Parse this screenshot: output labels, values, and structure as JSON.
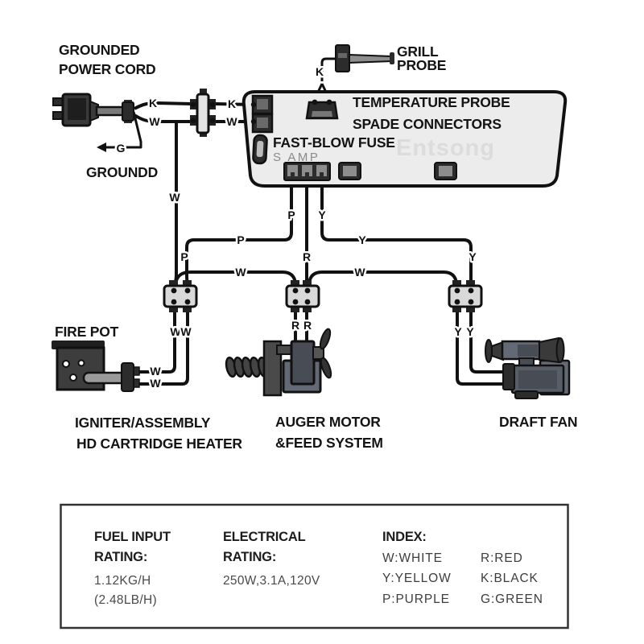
{
  "labels": {
    "power_cord_1": "GROUNDED",
    "power_cord_2": "POWER CORD",
    "ground": "GROUNDD",
    "grill_probe_1": "GRILL",
    "grill_probe_2": "PROBE",
    "fire_pot": "FIRE POT",
    "igniter_1": "IGNITER/ASSEMBLY",
    "igniter_2": "HD CARTRIDGE HEATER",
    "auger_1": "AUGER MOTOR",
    "auger_2": "&FEED SYSTEM",
    "draft_fan": "DRAFT FAN"
  },
  "controller": {
    "probe_text_1": "TEMPERATURE PROBE",
    "probe_text_2": "SPADE CONNECTORS",
    "fuse_label": "FAST-BLOW FUSE",
    "fuse_rating": "S AMP",
    "watermark": "Entsong"
  },
  "wire_labels": {
    "k_plug": "K",
    "w_plug": "W",
    "k_board": "K",
    "w_board": "W",
    "k_probe": "K",
    "g": "G",
    "w_drop": "W",
    "p_vertical": "P",
    "y_vertical": "Y",
    "p_horizontal": "P",
    "y_horizontal": "Y",
    "p_down": "P",
    "r_down": "R",
    "y_down": "Y",
    "w_bus_left": "W",
    "w_bus_right": "W",
    "ww_1": "W",
    "ww_2": "W",
    "w_igniter_top": "W",
    "w_igniter_bottom": "W",
    "rr_1": "R",
    "rr_2": "R",
    "yy_1": "Y",
    "yy_2": "Y"
  },
  "spec_table": {
    "fuel": {
      "header_1": "FUEL INPUT",
      "header_2": "RATING:",
      "value_1": "1.12KG/H",
      "value_2": "(2.48LB/H)"
    },
    "electrical": {
      "header_1": "ELECTRICAL",
      "header_2": "RATING:",
      "value": "250W,3.1A,120V"
    },
    "index": {
      "header": "INDEX:",
      "col1": [
        "W:WHITE",
        "Y:YELLOW",
        "P:PURPLE"
      ],
      "col2": [
        "R:RED",
        "K:BLACK",
        "G:GREEN"
      ]
    }
  },
  "colors": {
    "wire": "#111111",
    "panel_fill": "#ececec",
    "watermark": "#dcdcdc",
    "muted_text": "#8a8a8a",
    "table_text": "#3d3d3d"
  }
}
